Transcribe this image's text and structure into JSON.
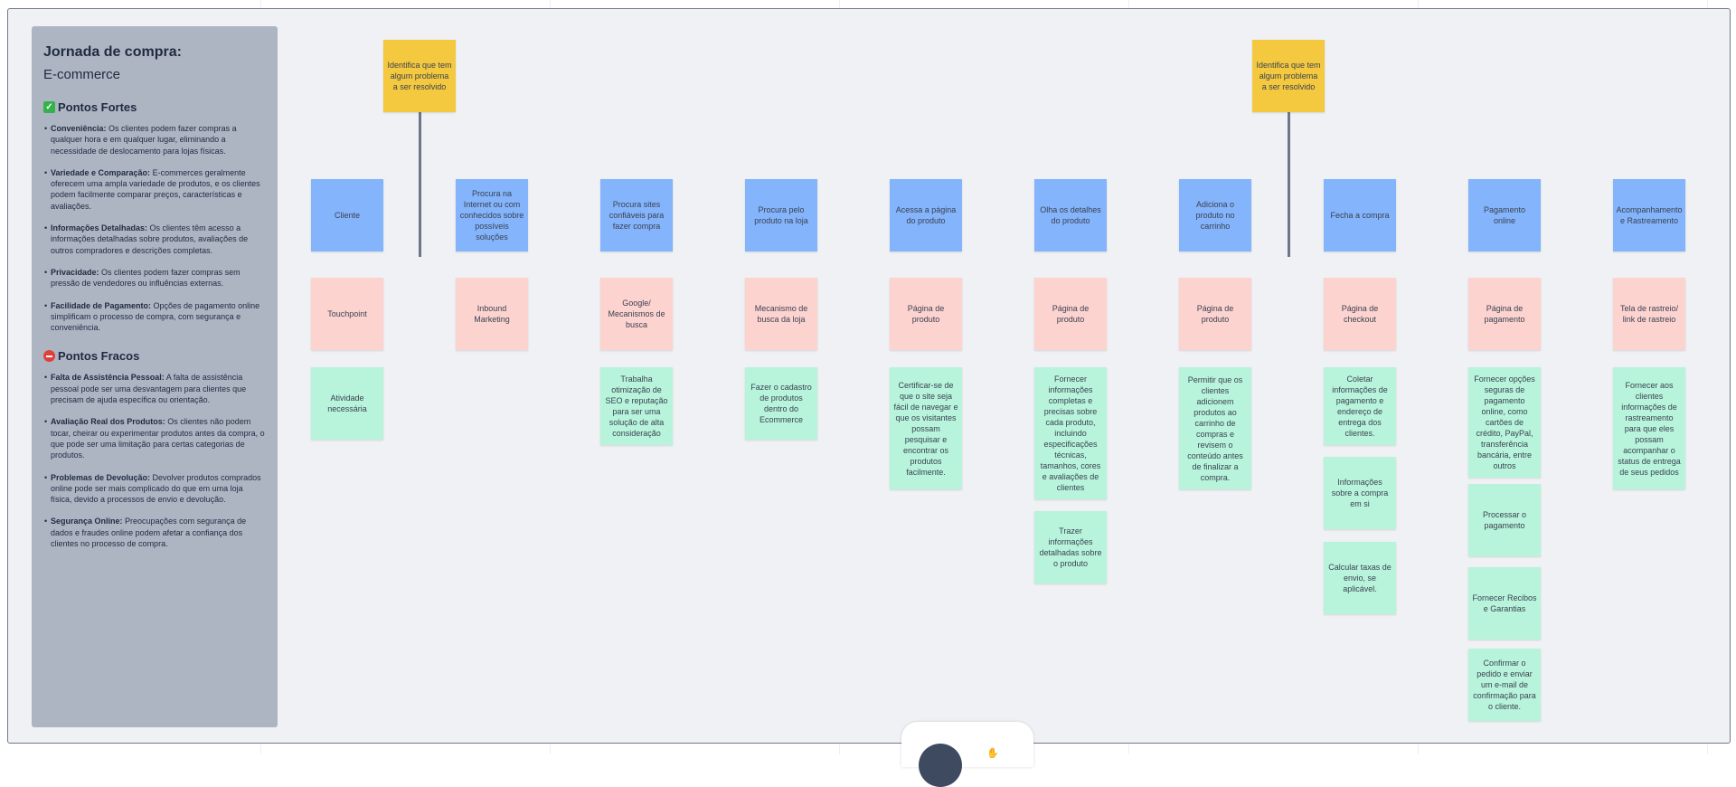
{
  "sidebar": {
    "title": "Jornada de  compra:",
    "subtitle": "E-commerce",
    "strong_heading": "Pontos Fortes",
    "strong_icon": "check-mark-icon",
    "strong_items": [
      {
        "b": "Conveniência:",
        "t": " Os clientes podem fazer compras a qualquer hora e em qualquer lugar, eliminando a necessidade de deslocamento para lojas físicas."
      },
      {
        "b": "Variedade e Comparação:",
        "t": " E-commerces geralmente oferecem uma ampla variedade de produtos, e os clientes podem facilmente comparar preços, características e avaliações."
      },
      {
        "b": "Informações Detalhadas:",
        "t": " Os clientes têm acesso a informações detalhadas sobre produtos, avaliações de outros compradores e descrições completas."
      },
      {
        "b": "Privacidade:",
        "t": " Os clientes podem fazer compras sem pressão de vendedores ou influências externas."
      },
      {
        "b": "Facilidade de Pagamento:",
        "t": " Opções de pagamento online simplificam o processo de compra, com segurança e conveniência."
      }
    ],
    "weak_heading": "Pontos Fracos",
    "weak_icon": "no-entry-icon",
    "weak_items": [
      {
        "b": "Falta de Assistência Pessoal:",
        "t": " A falta de assistência pessoal pode ser uma desvantagem para clientes que precisam de ajuda específica ou orientação."
      },
      {
        "b": "Avaliação Real dos Produtos:",
        "t": " Os clientes não podem tocar, cheirar ou experimentar produtos antes da compra, o que pode ser uma limitação para certas categorias de produtos."
      },
      {
        "b": "Problemas de Devolução:",
        "t": " Devolver produtos comprados online pode ser mais complicado do que em uma loja física, devido a processos de envio e devolução."
      },
      {
        "b": "Segurança Online:",
        "t": " Preocupações com segurança de dados e fraudes online podem afetar a confiança dos clientes no processo de compra."
      }
    ]
  },
  "pins": [
    {
      "text": "Identifica que tem algum problema a ser resolvido"
    },
    {
      "text": "Identifica que tem algum problema a ser resolvido"
    }
  ],
  "columns": [
    {
      "stage": "Cliente",
      "touchpoint": "Touchpoint",
      "actions": [
        "Atividade necessária"
      ]
    },
    {
      "stage": "Procura na Internet ou com conhecidos sobre possíveis soluções",
      "touchpoint": "Inbound Marketing",
      "actions": []
    },
    {
      "stage": "Procura sites confiáveis para fazer compra",
      "touchpoint": "Google/ Mecanismos de busca",
      "actions": [
        "Trabalha otimização de SEO e reputação para ser uma solução de alta consideração"
      ]
    },
    {
      "stage": "Procura pelo produto na loja",
      "touchpoint": "Mecanismo de busca da loja",
      "actions": [
        "Fazer o cadastro de produtos dentro do Ecommerce"
      ]
    },
    {
      "stage": "Acessa a página do produto",
      "touchpoint": "Página de produto",
      "actions": [
        "Certificar-se de que o site seja fácil de navegar e que os visitantes possam pesquisar e encontrar os produtos facilmente."
      ]
    },
    {
      "stage": "Olha os detalhes do produto",
      "touchpoint": "Página de produto",
      "actions": [
        "Fornecer informações completas e precisas sobre cada produto, incluindo especificações técnicas, tamanhos, cores e avaliações de clientes",
        "Trazer informações detalhadas sobre o produto"
      ]
    },
    {
      "stage": "Adiciona o produto no carrinho",
      "touchpoint": "Página de produto",
      "actions": [
        "Permitir que os clientes adicionem produtos ao carrinho de compras e revisem o conteúdo antes de finalizar a compra."
      ]
    },
    {
      "stage": "Fecha a compra",
      "touchpoint": "Página de checkout",
      "actions": [
        "Coletar informações de pagamento e endereço de entrega dos clientes.",
        "Informações sobre a compra em si",
        "Calcular taxas de envio, se aplicável."
      ]
    },
    {
      "stage": "Pagamento online",
      "touchpoint": "Página de pagamento",
      "actions": [
        "Fornecer opções seguras de pagamento online, como cartões de crédito, PayPal, transferência bancária, entre outros",
        "Processar o pagamento",
        "Fornecer Recibos e Garantias",
        "Confirmar o pedido e enviar um e-mail de confirmação para o cliente."
      ]
    },
    {
      "stage": "Acompanhamento e Rastreamento",
      "touchpoint": "Tela de rastreio/ link de rastreio",
      "actions": [
        "Fornecer aos clientes informações de rastreamento para que eles possam acompanhar o status de entrega de seus pedidos"
      ]
    }
  ],
  "colors": {
    "stage": "#84b4fb",
    "touchpoint": "#fdd3d0",
    "action": "#b8f4db",
    "pin": "#f4c93f",
    "sidebar": "#adb5c3",
    "board": "#f0f1f4"
  }
}
